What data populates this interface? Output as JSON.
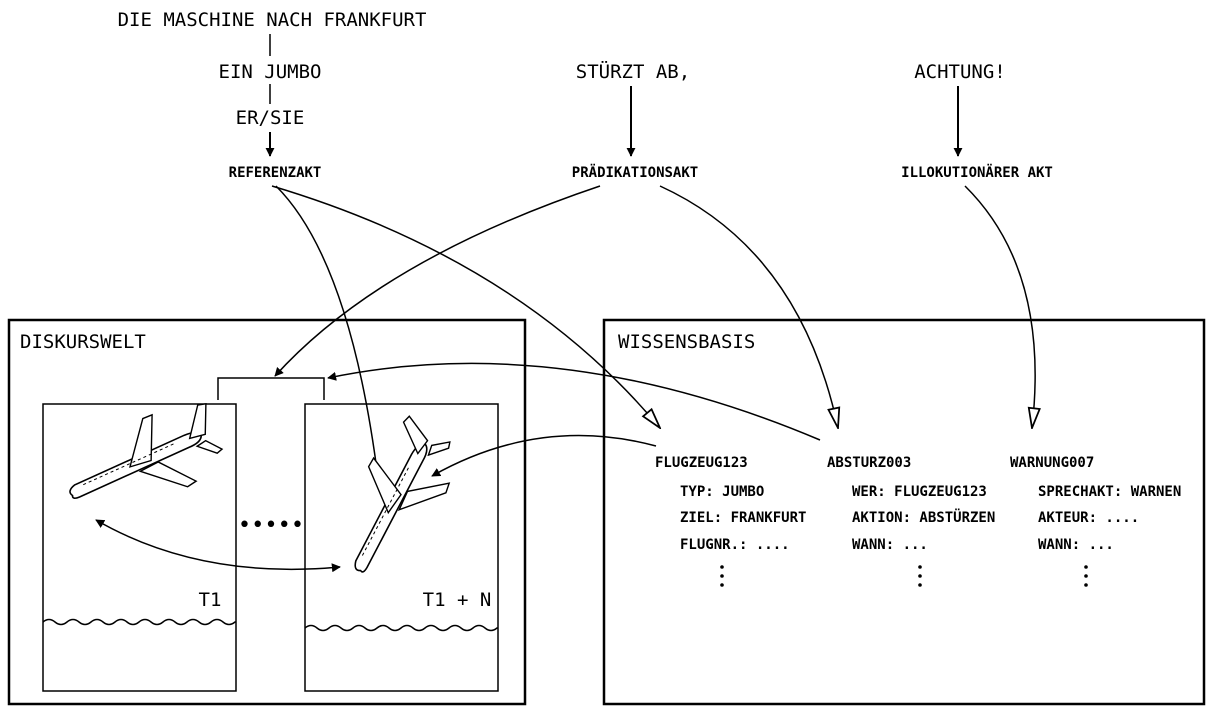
{
  "sentence": {
    "np_full": "DIE MASCHINE NACH FRANKFURT",
    "np_short": "EIN JUMBO",
    "pronoun": "ER/SIE",
    "predicate": "STÜRZT AB,",
    "exclamation": "ACHTUNG!"
  },
  "acts": {
    "reference": "REFERENZAKT",
    "predication": "PRÄDIKATIONSAKT",
    "illocution": "ILLOKUTIONÄRER AKT"
  },
  "discourse_world": {
    "title": "DISKURSWELT",
    "frame_1_label": "T1",
    "frame_2_label": "T1 + N",
    "dots": "•••••"
  },
  "knowledge_base": {
    "title": "WISSENSBASIS",
    "entries": [
      {
        "name": "FLUGZEUG123",
        "fields": [
          "TYP: JUMBO",
          "ZIEL: FRANKFURT",
          "FLUGNR.: ...."
        ]
      },
      {
        "name": "ABSTURZ003",
        "fields": [
          "WER: FLUGZEUG123",
          "AKTION: ABSTÜRZEN",
          "WANN: ..."
        ]
      },
      {
        "name": "WARNUNG007",
        "fields": [
          "SPRECHAKT: WARNEN",
          "AKTEUR: ....",
          "WANN: ..."
        ]
      }
    ]
  }
}
